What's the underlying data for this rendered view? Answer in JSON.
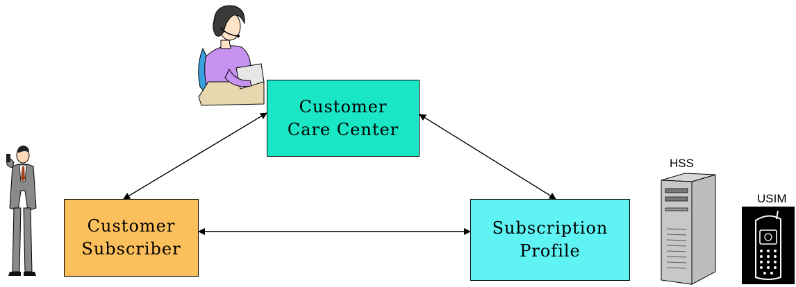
{
  "nodes": {
    "care_center": {
      "line1": "Customer",
      "line2": "Care Center",
      "color": "#19e6c4"
    },
    "subscriber": {
      "line1": "Customer",
      "line2": "Subscriber",
      "color": "#fbbf5b"
    },
    "profile": {
      "line1": "Subscription",
      "line2": "Profile",
      "color": "#5ff3f3"
    }
  },
  "labels": {
    "hss": "HSS",
    "usim": "USIM"
  },
  "icons": [
    "call-center-agent-icon",
    "businessman-phone-icon",
    "server-tower-icon",
    "mobile-phone-icon"
  ]
}
